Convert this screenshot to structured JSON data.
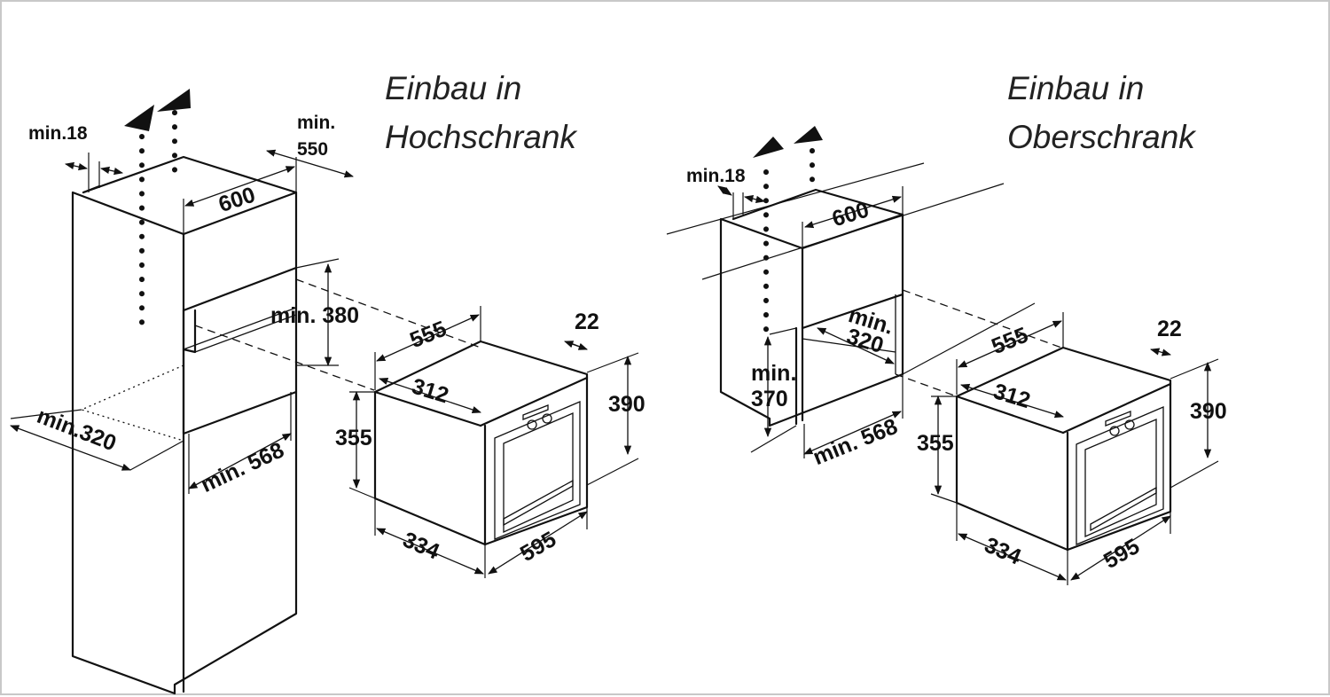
{
  "titles": {
    "left_line1": "Einbau in",
    "left_line2": "Hochschrank",
    "right_line1": "Einbau in",
    "right_line2": "Oberschrank"
  },
  "left_cabinet": {
    "min_18": "min.18",
    "min_550_line1": "min.",
    "min_550_line2": "550",
    "width_600": "600",
    "min_380": "min. 380",
    "min_320": "min.320",
    "min_568": "min. 568"
  },
  "right_cabinet": {
    "min_18": "min.18",
    "width_600": "600",
    "min_320_line1": "min.",
    "min_320_line2": "320",
    "min_370_line1": "min.",
    "min_370_line2": "370",
    "min_568": "min. 568"
  },
  "oven_left": {
    "d555": "555",
    "d312": "312",
    "d22": "22",
    "d390": "390",
    "d355": "355",
    "d334": "334",
    "d595": "595"
  },
  "oven_right": {
    "d555": "555",
    "d312": "312",
    "d22": "22",
    "d390": "390",
    "d355": "355",
    "d334": "334",
    "d595": "595"
  }
}
